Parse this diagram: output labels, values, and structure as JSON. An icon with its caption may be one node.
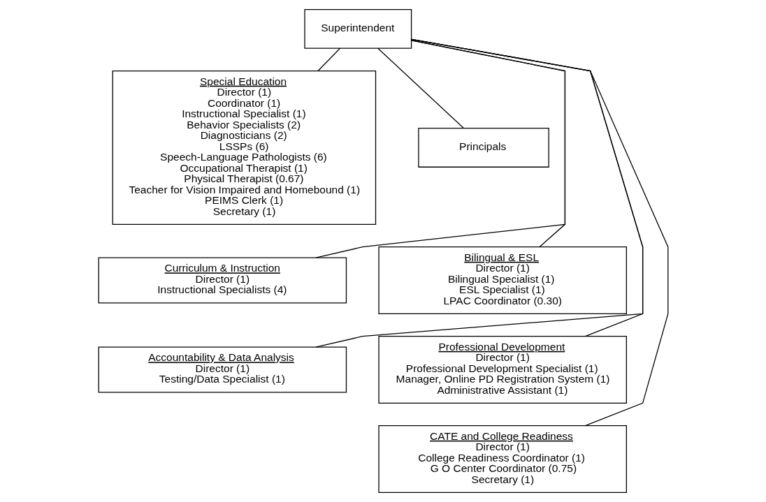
{
  "diagram": {
    "nodes": [
      {
        "text": [
          "Superintendent"
        ]
      },
      {
        "text": [
          "Special Education",
          "Director (1)",
          "Coordinator (1)",
          "Instructional Specialist (1)",
          "Behavior Specialists (2)",
          "Diagnosticians (2)",
          "LSSPs (6)",
          "Speech-Language Pathologists (6)",
          "Occupational Therapist (1)",
          "Physical Therapist (0.67)",
          "Teacher for Vision Impaired and Homebound (1)",
          "PEIMS Clerk (1)",
          "Secretary (1)"
        ]
      },
      {
        "text": [
          "Principals"
        ]
      },
      {
        "text": [
          "Bilingual & ESL",
          "Director (1)",
          "Bilingual Specialist (1)",
          "ESL Specialist (1)",
          "LPAC Coordinator (0.30)"
        ]
      },
      {
        "text": [
          "Professional Development",
          "Director (1)",
          "Professional Development Specialist (1)",
          "Manager, Online PD Registration System (1)",
          "Administrative Assistant (1)"
        ]
      },
      {
        "text": [
          "Curriculum & Instruction",
          "Director (1)",
          "Instructional Specialists (4)"
        ]
      },
      {
        "text": [
          "CATE and College Readiness",
          "Director (1)",
          "College Readiness Coordinator (1)",
          "G O Center Coordinator (0.75)",
          "Secretary (1)"
        ]
      },
      {
        "text": [
          "Accountability & Data Analysis",
          "Director (1)",
          "Testing/Data Specialist (1)"
        ]
      }
    ],
    "edges": [
      {
        "from": 0,
        "to": 1,
        "arrow": "none"
      },
      {
        "from": 0,
        "to": 2,
        "arrow": "none"
      },
      {
        "from": 0,
        "to": 3,
        "arrow": "none"
      },
      {
        "from": 0,
        "to": 4,
        "arrow": "none"
      },
      {
        "from": 0,
        "to": 5,
        "arrow": "none"
      },
      {
        "from": 0,
        "to": 6,
        "arrow": "none"
      },
      {
        "from": 0,
        "to": 7,
        "arrow": "none"
      }
    ]
  }
}
